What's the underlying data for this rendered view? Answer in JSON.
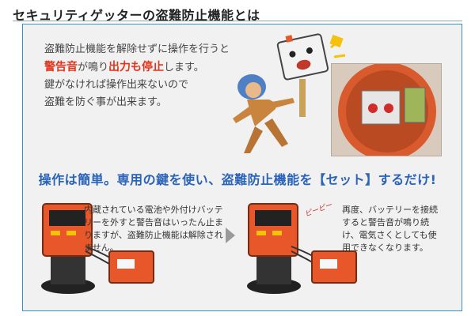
{
  "title": "セキュリティゲッターの盗難防止機能とは",
  "description": {
    "line1": "盗難防止機能を解除せずに操作を行うと",
    "line2_hl1": "警告音",
    "line2_mid": "が鳴り",
    "line2_hl2": "出力も停止",
    "line2_end": "します。",
    "line3": "鍵がなければ操作出来ないので",
    "line4": "盗難を防ぐ事が出来ます。"
  },
  "headline": "操作は簡単。専用の鍵を使い、盗難防止機能を【セット】するだけ!",
  "note_left": "内蔵されている電池や外付けバッテリーを外すと警告音はいったん止まりますが、盗難防止機能は解除されません。",
  "note_right": "再度、バッテリーを接続すると警告音が鳴り続け、電気さくとしても使用できなくなります。",
  "beep_text": "ピーピー",
  "colors": {
    "accent_red": "#e0341c",
    "headline_blue": "#2a63b8",
    "panel_border": "#3c8fbf",
    "device_orange": "#e8572a"
  },
  "icons": [
    "thief-illustration",
    "alarm-sign-illustration",
    "device-photo",
    "energizer-device",
    "battery-box",
    "arrow-right-icon"
  ]
}
